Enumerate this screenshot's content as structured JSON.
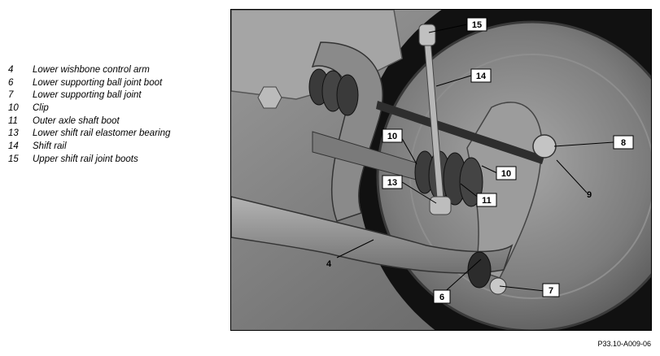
{
  "legend": [
    {
      "num": "4",
      "text": "Lower wishbone control arm"
    },
    {
      "num": "6",
      "text": "Lower supporting ball joint boot"
    },
    {
      "num": "7",
      "text": "Lower supporting ball joint"
    },
    {
      "num": "10",
      "text": "Clip"
    },
    {
      "num": "11",
      "text": "Outer axle shaft boot"
    },
    {
      "num": "13",
      "text": "Lower shift rail elastomer bearing"
    },
    {
      "num": "14",
      "text": "Shift rail"
    },
    {
      "num": "15",
      "text": "Upper shift rail joint boots"
    }
  ],
  "callouts": [
    "15",
    "14",
    "10",
    "10",
    "8",
    "13",
    "11",
    "9",
    "4",
    "6",
    "7"
  ],
  "figure_id": "P33.10-A009-06"
}
